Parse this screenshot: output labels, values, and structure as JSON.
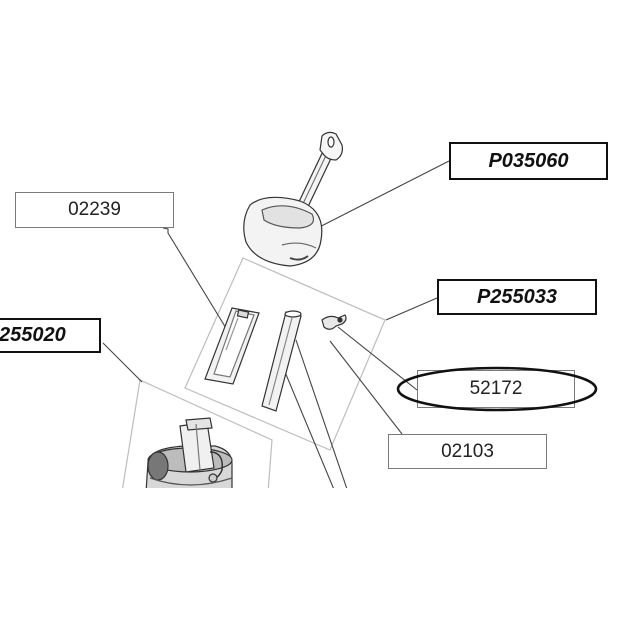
{
  "labels": {
    "l02239": "02239",
    "p035060": "P035060",
    "p255033": "P255033",
    "p255020": "255020",
    "l52172": "52172",
    "l02103": "02103"
  },
  "colors": {
    "line": "#333333",
    "panel": "#bdbdbd",
    "highlight_ellipse": "#111111"
  }
}
